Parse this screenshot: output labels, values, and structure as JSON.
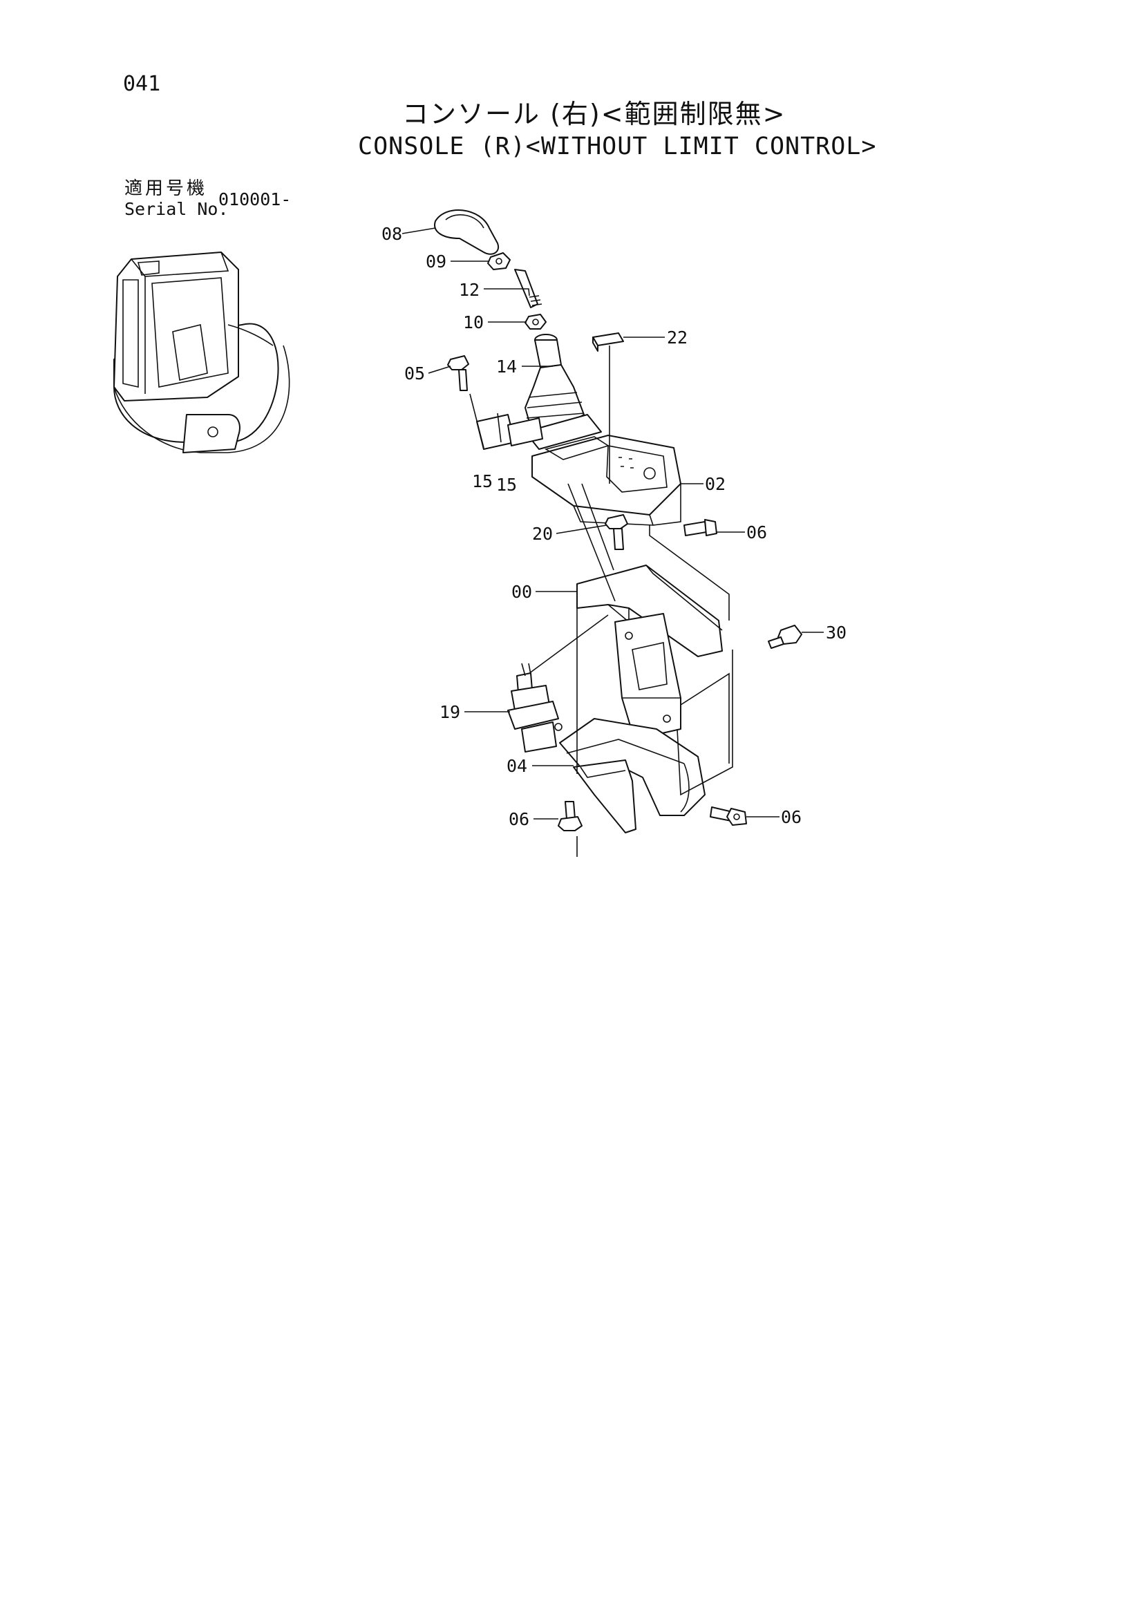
{
  "header": {
    "page_number": "041",
    "title_jp": "コンソール (右)<範囲制限無>",
    "title_en": "CONSOLE (R)<WITHOUT LIMIT CONTROL>"
  },
  "serial": {
    "label_jp": "適用号機",
    "label_en": "Serial No.",
    "value": "010001-"
  },
  "callouts": [
    {
      "id": "c08",
      "label": "08"
    },
    {
      "id": "c09",
      "label": "09"
    },
    {
      "id": "c12",
      "label": "12"
    },
    {
      "id": "c10",
      "label": "10"
    },
    {
      "id": "c22",
      "label": "22"
    },
    {
      "id": "c05",
      "label": "05"
    },
    {
      "id": "c14",
      "label": "14"
    },
    {
      "id": "c15a",
      "label": "15"
    },
    {
      "id": "c15b",
      "label": "15"
    },
    {
      "id": "c02",
      "label": "02"
    },
    {
      "id": "c06a",
      "label": "06"
    },
    {
      "id": "c20",
      "label": "20"
    },
    {
      "id": "c00",
      "label": "00"
    },
    {
      "id": "c30",
      "label": "30"
    },
    {
      "id": "c19",
      "label": "19"
    },
    {
      "id": "c04",
      "label": "04"
    },
    {
      "id": "c06b",
      "label": "06"
    },
    {
      "id": "c06c",
      "label": "06"
    }
  ]
}
